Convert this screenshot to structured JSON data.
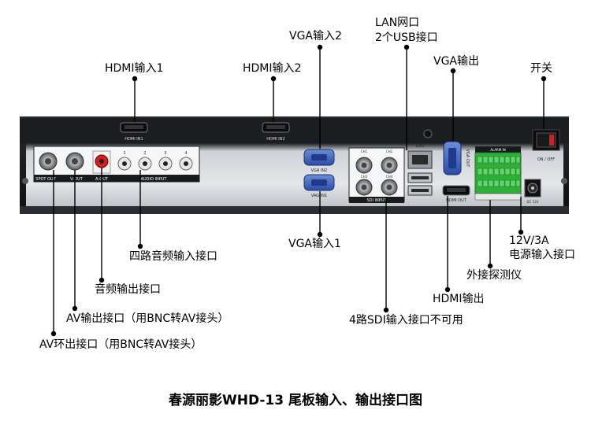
{
  "callouts": {
    "hdmi_in1": "HDMI输入1",
    "hdmi_in2": "HDMI输入2",
    "vga_in2": "VGA输入2",
    "lan": "LAN网口",
    "usb": "2个USB接口",
    "vga_out": "VGA输出",
    "power_switch": "开关",
    "vga_in1": "VGA输入1",
    "audio_in": "四路音频输入接口",
    "audio_out": "音频输出接口",
    "av_out": "AV输出接口（用BNC转AV接头）",
    "av_loop": "AV环出接口（用BNC转AV接头）",
    "sdi_in": "4路SDI输入接口不可用",
    "hdmi_out": "HDMI输出",
    "alarm": "外接探测仪",
    "power_spec": "12V/3A",
    "power_in": "电源输入接口"
  },
  "panel_labels": {
    "hdmi_in1": "HDMI IN1",
    "hdmi_in2": "HDMI IN2",
    "vga_in2": "VGA IN2",
    "vga_in1": "VAG IN1",
    "lan": "LAN",
    "vga_out": "VGA OUT",
    "hdmi_out": "HDMI OUT",
    "on_off": "ON / OFF",
    "spot_out": "SPOT OUT",
    "v_out": "V-OUT",
    "a_out": "A-OUT",
    "audio_input": "AUDIO INPUT",
    "sdi_input": "SDI INPUT",
    "alarm_in": "ALARM IN",
    "dc": "DC 12V",
    "ch1": "CH1",
    "ch2": "CH2",
    "ch3": "CH3",
    "ch4": "CH4",
    "a1": "1",
    "a2": "2",
    "a3": "3",
    "a4": "4"
  },
  "caption": "春源丽影WHD-13  尾板输入、输出接口图"
}
